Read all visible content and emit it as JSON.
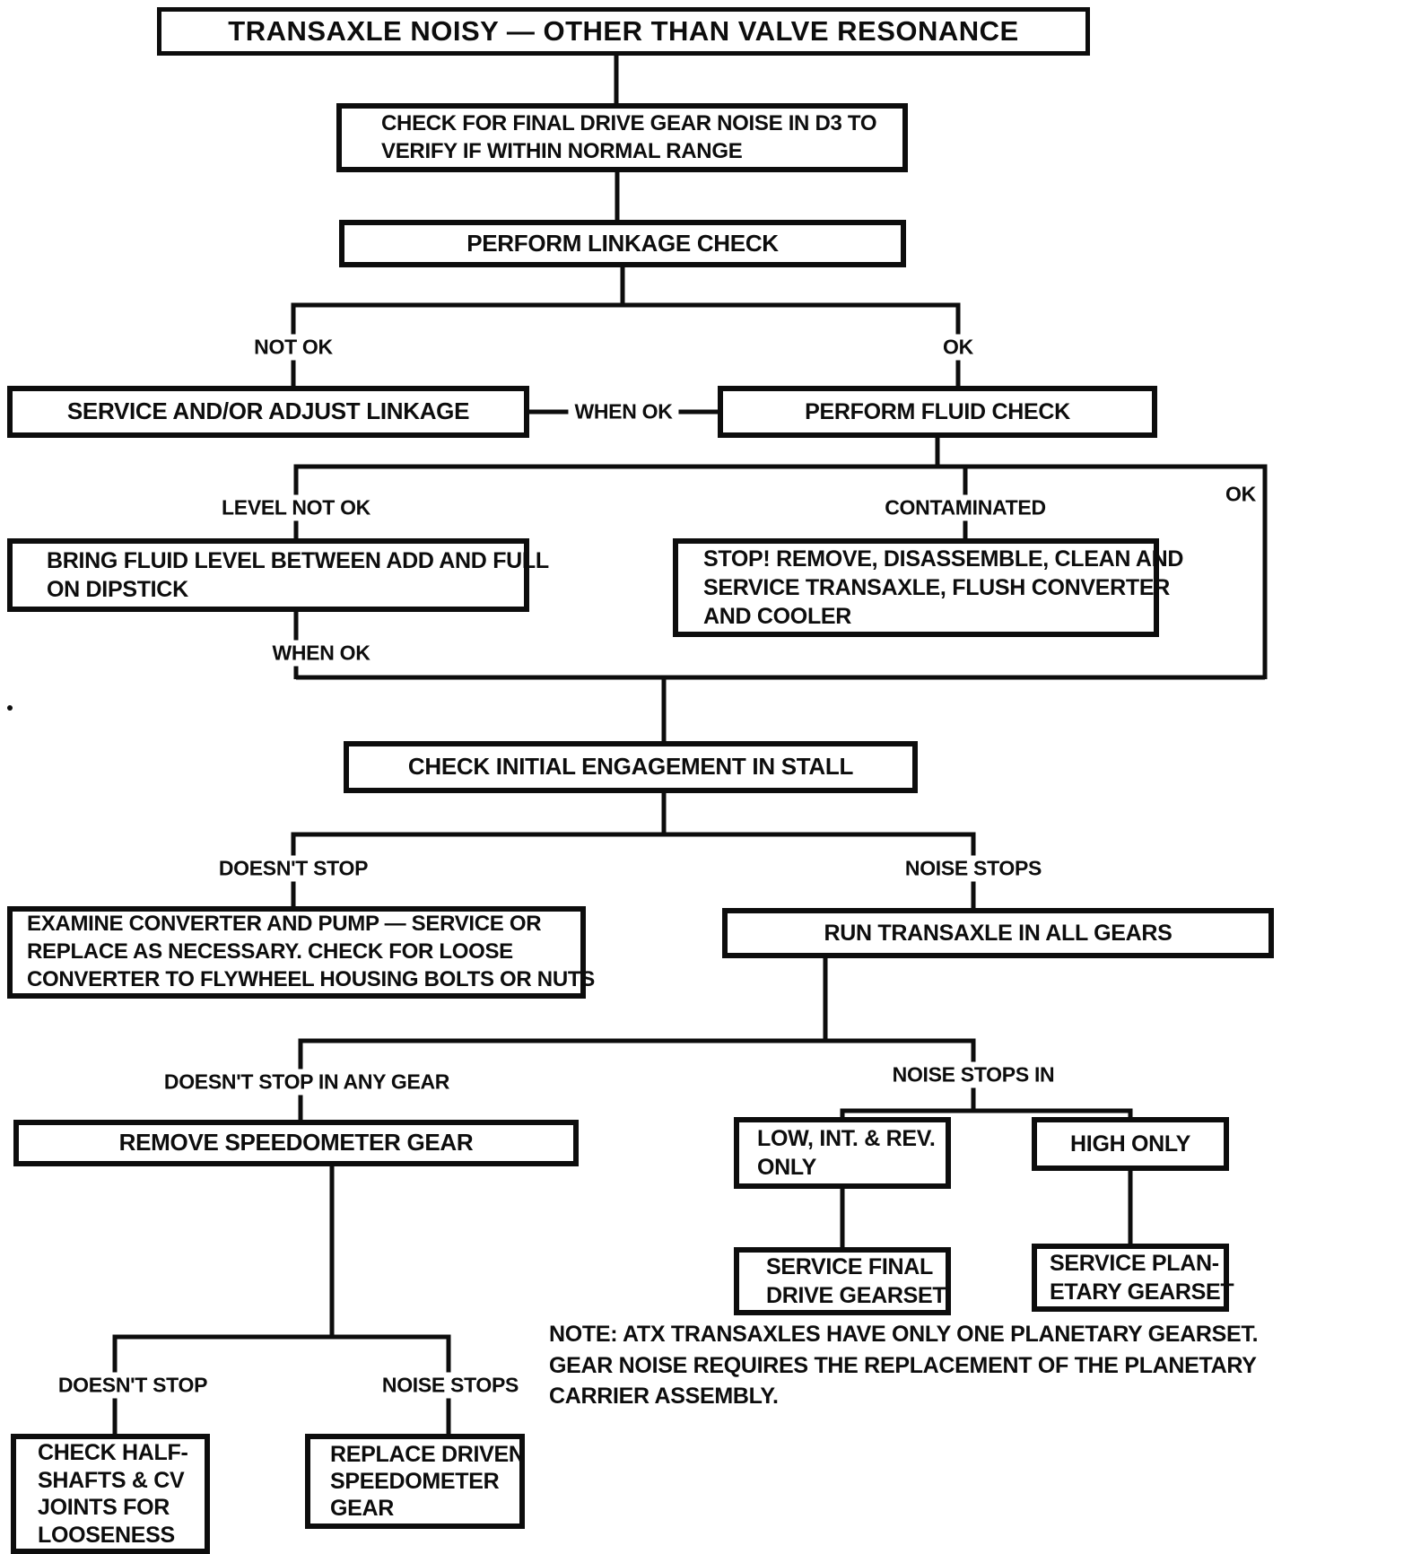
{
  "title": "TRANSAXLE NOISY — OTHER THAN VALVE RESONANCE",
  "nodes": {
    "check_final_drive": {
      "lines": [
        "CHECK FOR FINAL DRIVE GEAR NOISE IN D3 TO",
        "VERIFY IF WITHIN NORMAL RANGE"
      ]
    },
    "perform_linkage": {
      "lines": [
        "PERFORM LINKAGE CHECK"
      ]
    },
    "service_linkage": {
      "lines": [
        "SERVICE AND/OR ADJUST LINKAGE"
      ]
    },
    "perform_fluid": {
      "lines": [
        "PERFORM FLUID CHECK"
      ]
    },
    "bring_fluid": {
      "lines": [
        "BRING FLUID LEVEL BETWEEN ADD AND FULL",
        "ON DIPSTICK"
      ]
    },
    "stop_remove": {
      "lines": [
        "STOP! REMOVE, DISASSEMBLE, CLEAN AND",
        "SERVICE TRANSAXLE, FLUSH CONVERTER",
        "AND COOLER"
      ]
    },
    "check_initial": {
      "lines": [
        "CHECK INITIAL ENGAGEMENT IN STALL"
      ]
    },
    "examine_converter": {
      "lines": [
        "EXAMINE CONVERTER AND PUMP — SERVICE OR",
        "REPLACE AS NECESSARY. CHECK FOR LOOSE",
        "CONVERTER TO FLYWHEEL HOUSING BOLTS OR NUTS"
      ]
    },
    "run_transaxle": {
      "lines": [
        "RUN TRANSAXLE IN ALL GEARS"
      ]
    },
    "remove_speedo": {
      "lines": [
        "REMOVE SPEEDOMETER GEAR"
      ]
    },
    "low_int_rev": {
      "lines": [
        "LOW, INT. & REV.",
        "ONLY"
      ]
    },
    "high_only": {
      "lines": [
        "HIGH ONLY"
      ]
    },
    "service_final": {
      "lines": [
        "SERVICE FINAL",
        "DRIVE GEARSET"
      ]
    },
    "service_planetary": {
      "lines": [
        "SERVICE PLAN-",
        "ETARY GEARSET"
      ]
    },
    "check_half_shafts": {
      "lines": [
        "CHECK HALF-",
        "SHAFTS & CV",
        "JOINTS FOR",
        "LOOSENESS"
      ]
    },
    "replace_driven": {
      "lines": [
        "REPLACE DRIVEN",
        "SPEEDOMETER",
        "GEAR"
      ]
    }
  },
  "edge_labels": {
    "not_ok": "NOT OK",
    "ok_1": "OK",
    "when_ok_1": "WHEN OK",
    "level_not_ok": "LEVEL NOT OK",
    "contaminated": "CONTAMINATED",
    "ok_2": "OK",
    "when_ok_2": "WHEN OK",
    "doesnt_stop_1": "DOESN'T STOP",
    "noise_stops_1": "NOISE STOPS",
    "doesnt_stop_any_gear": "DOESN'T STOP IN ANY GEAR",
    "noise_stops_in": "NOISE STOPS IN",
    "doesnt_stop_2": "DOESN'T STOP",
    "noise_stops_2": "NOISE STOPS"
  },
  "note": {
    "lines": [
      "NOTE: ATX TRANSAXLES HAVE ONLY ONE PLANETARY GEARSET.",
      "GEAR NOISE REQUIRES THE REPLACEMENT OF THE PLANETARY",
      "CARRIER ASSEMBLY."
    ]
  },
  "colors": {
    "ink": "#0d0d0d",
    "paper": "#ffffff"
  }
}
